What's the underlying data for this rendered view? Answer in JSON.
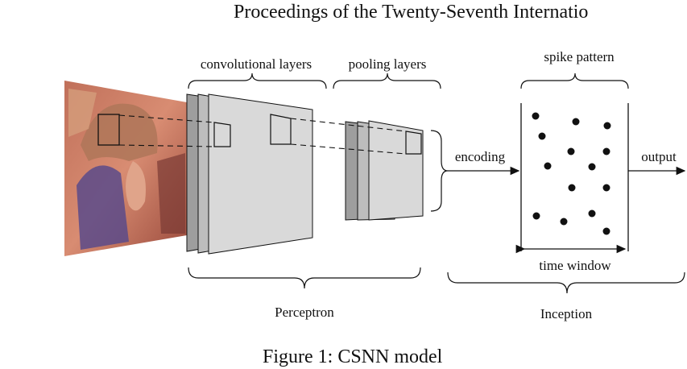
{
  "header": {
    "running_title": "Proceedings of the Twenty-Seventh Internatio"
  },
  "figure": {
    "caption": "Figure 1: CSNN model",
    "labels": {
      "convolutional_layers": "convolutional layers",
      "pooling_layers": "pooling layers",
      "spike_pattern": "spike pattern",
      "encoding": "encoding",
      "output": "output",
      "time_window": "time window",
      "perceptron": "Perceptron",
      "inception": "Inception"
    },
    "colors": {
      "layer_front": "#d9d9d9",
      "layer_mid": "#bdbdbd",
      "layer_back": "#9e9e9e",
      "stroke": "#111111"
    }
  }
}
